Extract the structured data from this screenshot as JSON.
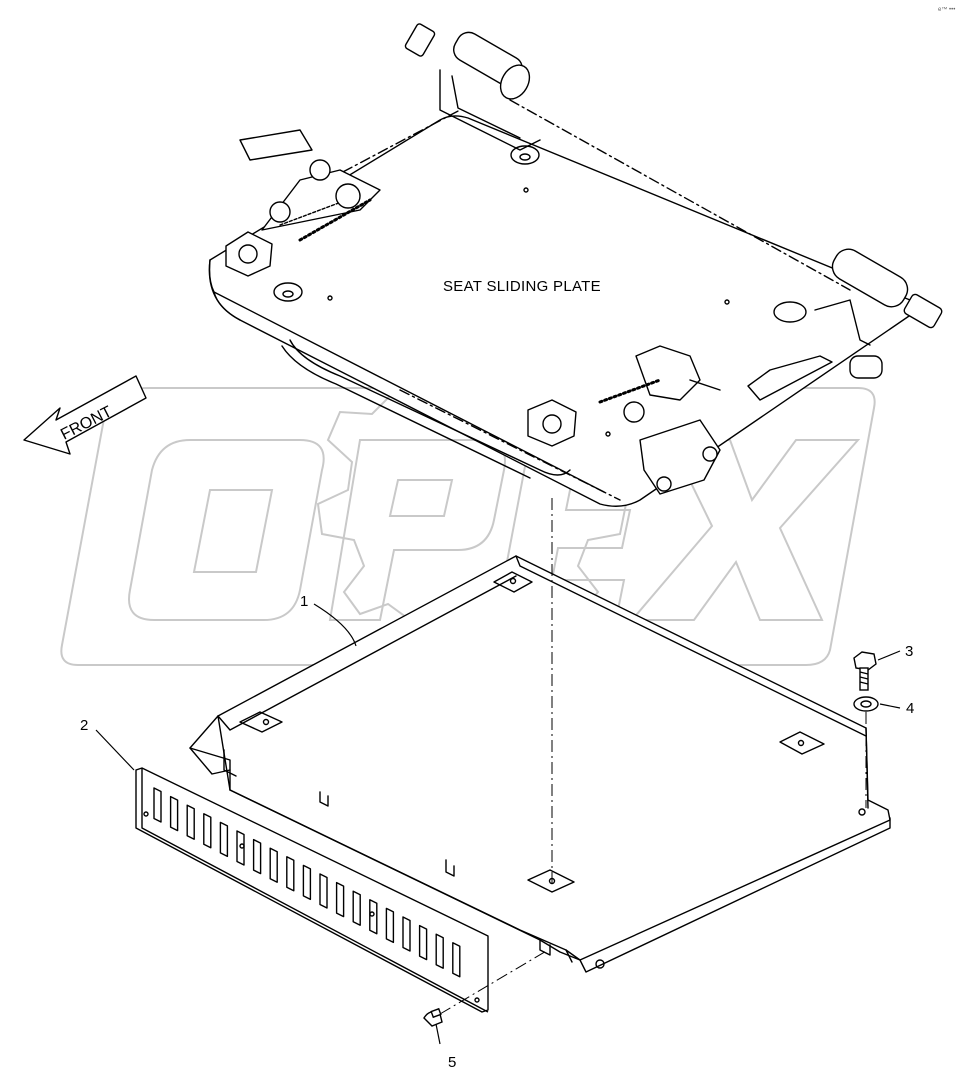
{
  "diagram": {
    "plate_title": "SEAT SLIDING PLATE",
    "front_label": "FRONT",
    "watermark": "OPEX",
    "corner_mark": "e™ •••",
    "callouts": {
      "c1": "1",
      "c2": "2",
      "c3": "3",
      "c4": "4",
      "c5": "5"
    },
    "colors": {
      "line": "#000000",
      "watermark": "#c8c8c8",
      "background": "#ffffff"
    }
  }
}
